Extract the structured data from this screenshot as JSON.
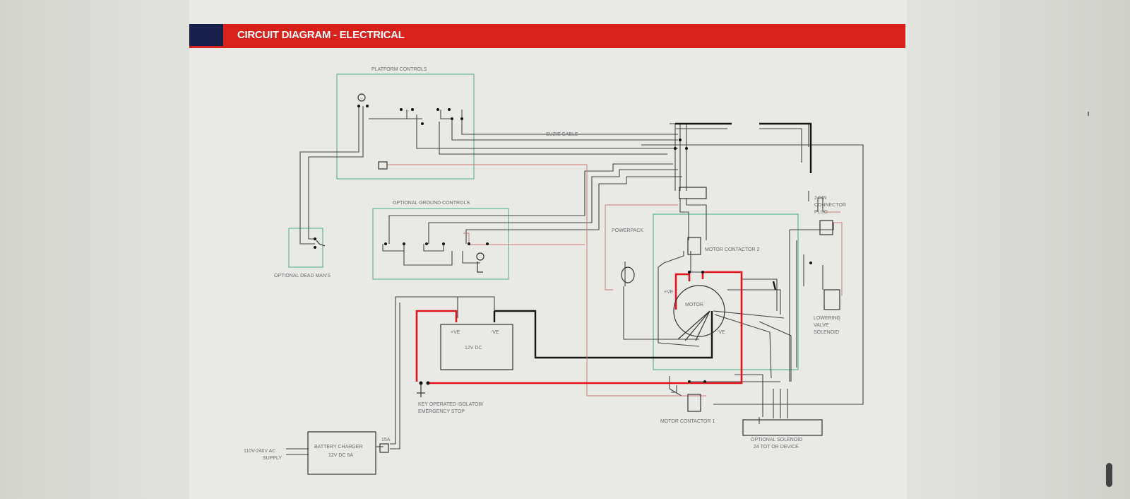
{
  "header": {
    "title": "CIRCUIT DIAGRAM - ELECTRICAL"
  },
  "labels": {
    "platform_controls": "PLATFORM CONTROLS",
    "optional_ground_controls": "OPTIONAL GROUND CONTROLS",
    "optional_dead_mans": "OPTIONAL DEAD MAN'S",
    "suzie_cable": "SUZIE CABLE",
    "powerpack": "POWERPACK",
    "motor_contactor_2": "MOTOR CONTACTOR 2",
    "motor_contactor_1": "MOTOR CONTACTOR 1",
    "motor": "MOTOR",
    "ve_pos": "+VE",
    "ve_neg": "-VE",
    "battery": "12V DC",
    "battery_pos": "+VE",
    "battery_neg": "-VE",
    "key_isolator_line1": "KEY OPERATED ISOLATOR/",
    "key_isolator_line2": "EMERGENCY STOP",
    "battery_charger_line1": "BATTERY CHARGER",
    "battery_charger_line2": "12V DC 6A",
    "supply_line1": "110V-240V AC",
    "supply_line2": "SUPPLY",
    "fuse_rating": "15A",
    "connector_line1": "2 PIN",
    "connector_line2": "CONNECTOR",
    "connector_line3": "PLUG",
    "lowering_line1": "LOWERING",
    "lowering_line2": "VALVE",
    "lowering_line3": "SOLENOID",
    "optional_solenoid_line1": "OPTIONAL SOLENOID",
    "optional_solenoid_line2": "24 TOT OR DEVICE"
  },
  "colors": {
    "banner": "#d8211b",
    "banner_accent": "#16204a",
    "wire_power": "#e0141a",
    "wire_ground": "#111111",
    "frame": "#63b594"
  }
}
